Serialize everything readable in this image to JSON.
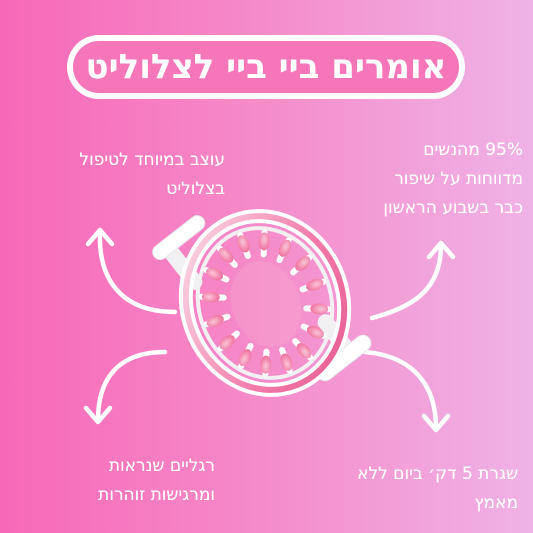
{
  "title": "אומרים ביי ביי לצלוליט",
  "captions": {
    "top_left": [
      "עוצב במיוחד לטיפול",
      "בצלוליט"
    ],
    "top_right": [
      "95% מהנשים",
      "מדווחות על שיפור",
      "כבר בשבוע הראשון"
    ],
    "bottom_left": [
      "רגליים שנראות",
      "ומרגישות זוהרות"
    ],
    "bottom_right": [
      "שגרת 5 דק׳ ביום ללא",
      "מאמץ"
    ]
  },
  "colors": {
    "background_left": "#f768b7",
    "background_right": "#efb3e6",
    "title_pill": "#f576b9",
    "text": "#ffffff",
    "product_ring": "#f37aa9",
    "product_rollers": "#f58fb7"
  },
  "icons": [
    "curved-arrow-icon",
    "massager-product-image"
  ]
}
